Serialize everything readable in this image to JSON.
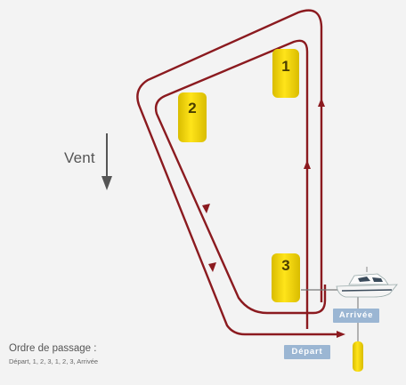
{
  "wind": {
    "label": "Vent"
  },
  "marks": [
    {
      "number": "1"
    },
    {
      "number": "2"
    },
    {
      "number": "3"
    }
  ],
  "tags": {
    "start": "Départ",
    "finish": "Arrivée"
  },
  "order": {
    "title": "Ordre de passage :",
    "sequence": "Départ, 1, 2, 3, 1, 2, 3, Arrivée"
  },
  "colors": {
    "route": "#8b1a1f",
    "buoy": "#f3d400",
    "tag": "#9bb6d3",
    "background": "#f3f3f3"
  }
}
